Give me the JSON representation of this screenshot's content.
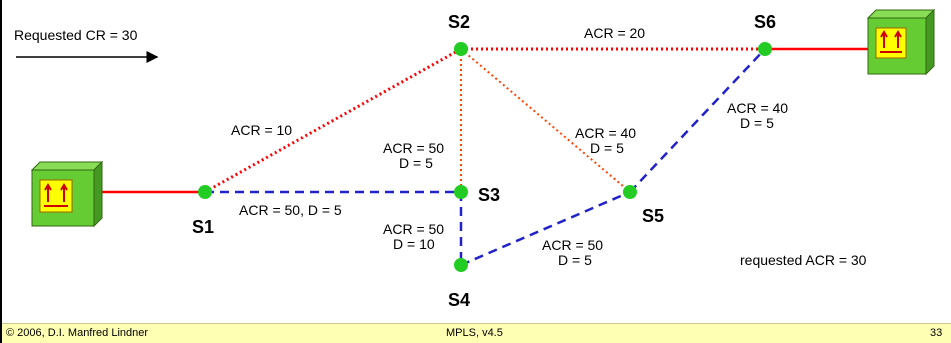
{
  "diagram": {
    "requested_cr": "Requested CR = 30",
    "requested_acr": "requested ACR = 30",
    "nodes": {
      "s1": "S1",
      "s2": "S2",
      "s3": "S3",
      "s4": "S4",
      "s5": "S5",
      "s6": "S6"
    },
    "links": {
      "s1_s2": "ACR = 10",
      "s1_s3": "ACR = 50, D = 5",
      "s2_s6": "ACR = 20",
      "s2_s3_a": "ACR = 50",
      "s2_s3_b": "D = 5",
      "s2_s5_a": "ACR = 40",
      "s2_s5_b": "D = 5",
      "s3_s4_a": "ACR = 50",
      "s3_s4_b": "D = 10",
      "s4_s5_a": "ACR = 50",
      "s4_s5_b": "D = 5",
      "s5_s6_a": "ACR = 40",
      "s5_s6_b": "D = 5"
    },
    "colors": {
      "green": "#22cc22",
      "red": "#ff0000",
      "blue": "#2222cc",
      "box": "#66cc33",
      "box_face": "#ffff00"
    }
  },
  "footer": {
    "copyright": "© 2006, D.I. Manfred Lindner",
    "title": "MPLS, v4.5",
    "page": "33"
  }
}
